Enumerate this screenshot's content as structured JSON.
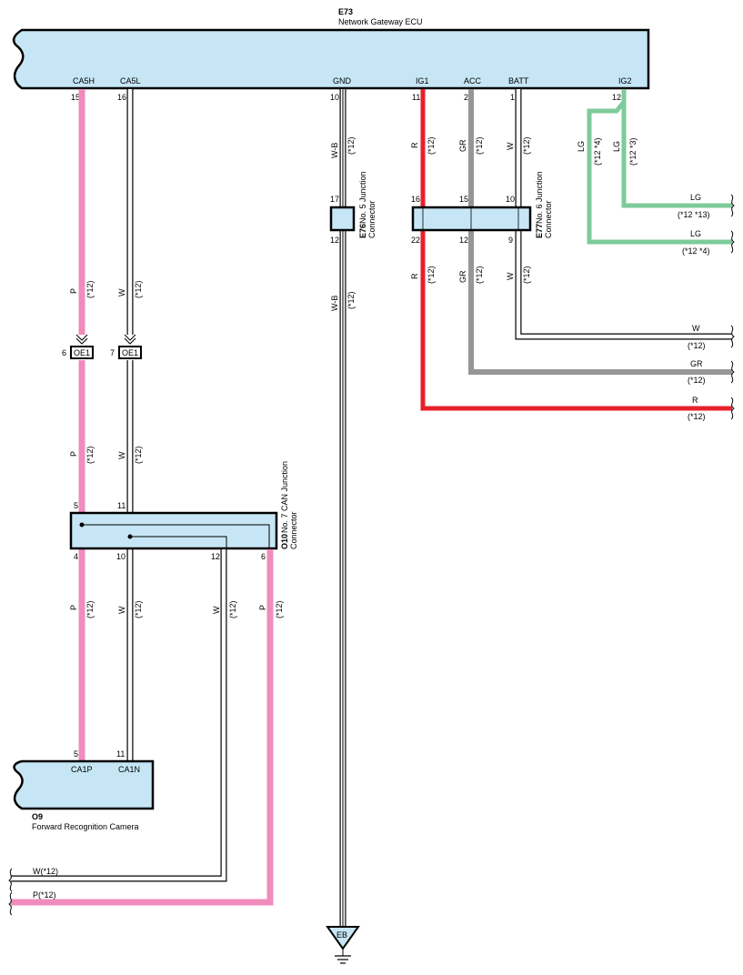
{
  "ecu": {
    "code": "E73",
    "name": "Network Gateway ECU",
    "pins": {
      "ca5h": "CA5H",
      "ca5l": "CA5L",
      "gnd": "GND",
      "ig1": "IG1",
      "acc": "ACC",
      "batt": "BATT",
      "ig2": "IG2"
    },
    "pin_numbers": {
      "ca5h": "15",
      "ca5l": "16",
      "gnd": "10",
      "ig1": "11",
      "acc": "2",
      "batt": "1",
      "ig2": "12"
    }
  },
  "e76": {
    "code": "E76",
    "name_line1": "No. 5 Junction",
    "name_line2": "Connector",
    "pin_top": "17",
    "pin_bottom": "12"
  },
  "e77": {
    "code": "E77",
    "name_line1": "No. 6 Junction",
    "name_line2": "Connector",
    "pins_top": [
      "16",
      "15",
      "10"
    ],
    "pins_bottom": [
      "22",
      "12",
      "9"
    ]
  },
  "o10": {
    "code": "O10",
    "name_line1": "No. 7 CAN Junction",
    "name_line2": "Connector",
    "pins_top": [
      "5",
      "11"
    ],
    "pins_bottom": [
      "4",
      "10",
      "12",
      "6"
    ]
  },
  "oe1": {
    "label": "OE1",
    "pin_left": "6",
    "pin_right": "7"
  },
  "o9": {
    "code": "O9",
    "name": "Forward Recognition Camera",
    "pins": {
      "ca1p": "CA1P",
      "ca1n": "CA1N"
    },
    "pin_numbers": {
      "ca1p": "5",
      "ca1n": "11"
    }
  },
  "ground": {
    "label": "EB"
  },
  "wire_colors": {
    "P": "P",
    "W": "W",
    "WB": "W-B",
    "R": "R",
    "GR": "GR",
    "LG": "LG"
  },
  "notes": {
    "n12": "(*12)",
    "n12_4": "(*12 *4)",
    "n12_3": "(*12 *3)",
    "n12_13": "(*12 *13)",
    "n12_4b": "(*12 *4)"
  },
  "right_wires": {
    "lg1": "LG",
    "lg2": "LG",
    "w": "W",
    "gr": "GR",
    "r": "R"
  },
  "bottom_wires": {
    "w": "W(*12)",
    "p": "P(*12)"
  },
  "colors": {
    "pink": "#f08cbc",
    "red": "#e8202a",
    "gray": "#959698",
    "green": "#7dcb9a",
    "box_fill": "#c6e6f5"
  }
}
